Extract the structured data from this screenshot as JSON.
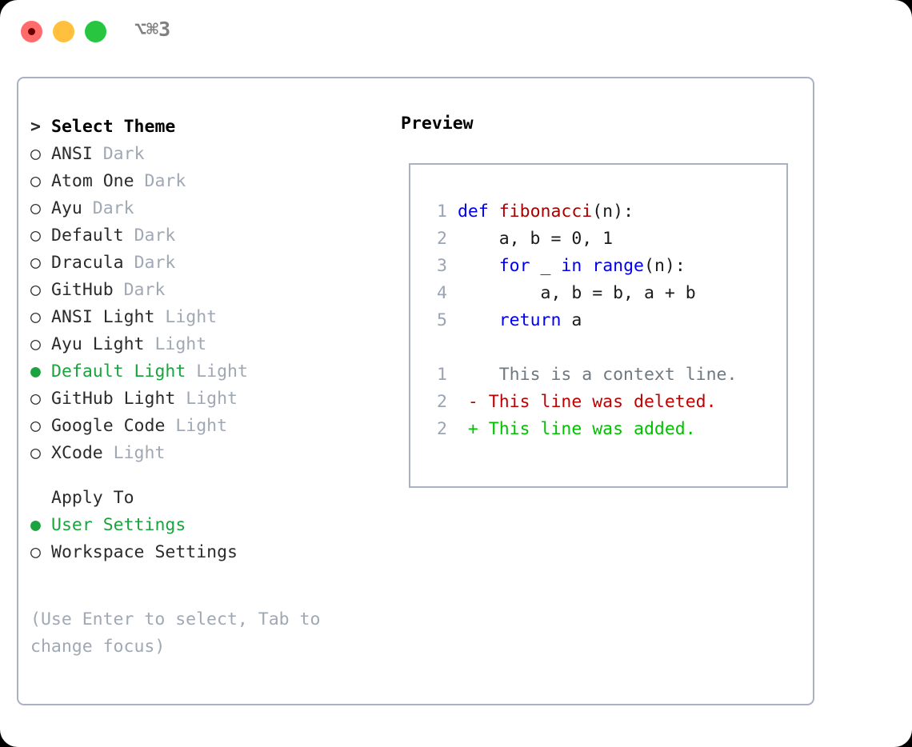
{
  "titlebar": {
    "shortcut": "⌥⌘3",
    "buttons": [
      {
        "name": "close",
        "color": "#ff6b6b"
      },
      {
        "name": "minimize",
        "color": "#ffc03d"
      },
      {
        "name": "maximize",
        "color": "#27c540"
      }
    ]
  },
  "theme_picker": {
    "header_marker": ">",
    "header": "Select Theme",
    "marker_unselected": "○",
    "marker_selected": "●",
    "items": [
      {
        "label": "ANSI",
        "tag": "Dark",
        "selected": false
      },
      {
        "label": "Atom One",
        "tag": "Dark",
        "selected": false
      },
      {
        "label": "Ayu",
        "tag": "Dark",
        "selected": false
      },
      {
        "label": "Default",
        "tag": "Dark",
        "selected": false
      },
      {
        "label": "Dracula",
        "tag": "Dark",
        "selected": false
      },
      {
        "label": "GitHub",
        "tag": "Dark",
        "selected": false
      },
      {
        "label": "ANSI Light",
        "tag": "Light",
        "selected": false
      },
      {
        "label": "Ayu Light",
        "tag": "Light",
        "selected": false
      },
      {
        "label": "Default Light",
        "tag": "Light",
        "selected": true
      },
      {
        "label": "GitHub Light",
        "tag": "Light",
        "selected": false
      },
      {
        "label": "Google Code",
        "tag": "Light",
        "selected": false
      },
      {
        "label": "XCode",
        "tag": "Light",
        "selected": false
      }
    ]
  },
  "apply_to": {
    "header": "Apply To",
    "options": [
      {
        "label": "User Settings",
        "selected": true
      },
      {
        "label": "Workspace Settings",
        "selected": false
      }
    ]
  },
  "hint": "(Use Enter to select, Tab to change focus)",
  "preview": {
    "title": "Preview",
    "code_lines": [
      {
        "num": "1",
        "tokens": [
          {
            "t": "def ",
            "c": "kw"
          },
          {
            "t": "fibonacci",
            "c": "fn"
          },
          {
            "t": "(n):",
            "c": "pl"
          }
        ]
      },
      {
        "num": "2",
        "tokens": [
          {
            "t": "    a, b = 0, 1",
            "c": "pl"
          }
        ]
      },
      {
        "num": "3",
        "tokens": [
          {
            "t": "    ",
            "c": "pl"
          },
          {
            "t": "for",
            "c": "kw"
          },
          {
            "t": " _ ",
            "c": "pl"
          },
          {
            "t": "in",
            "c": "kw"
          },
          {
            "t": " ",
            "c": "pl"
          },
          {
            "t": "range",
            "c": "kw"
          },
          {
            "t": "(n):",
            "c": "pl"
          }
        ]
      },
      {
        "num": "4",
        "tokens": [
          {
            "t": "        a, b = b, a + b",
            "c": "pl"
          }
        ]
      },
      {
        "num": "5",
        "tokens": [
          {
            "t": "    ",
            "c": "pl"
          },
          {
            "t": "return",
            "c": "kw"
          },
          {
            "t": " a",
            "c": "pl"
          }
        ]
      }
    ],
    "diff_lines": [
      {
        "num": "1",
        "sign": " ",
        "text": "  This is a context line.",
        "kind": "ctx"
      },
      {
        "num": "2",
        "sign": "-",
        "text": " This line was deleted.",
        "kind": "del"
      },
      {
        "num": "2",
        "sign": "+",
        "text": " This line was added.",
        "kind": "add"
      }
    ]
  },
  "colors": {
    "selected_green": "#1aa33f",
    "added_green": "#00c000",
    "deleted_red": "#c00000",
    "keyword_blue": "#0000ee",
    "function_red": "#aa0000",
    "muted_gray": "#a0a8b4",
    "border_gray": "#a8b2c0"
  }
}
